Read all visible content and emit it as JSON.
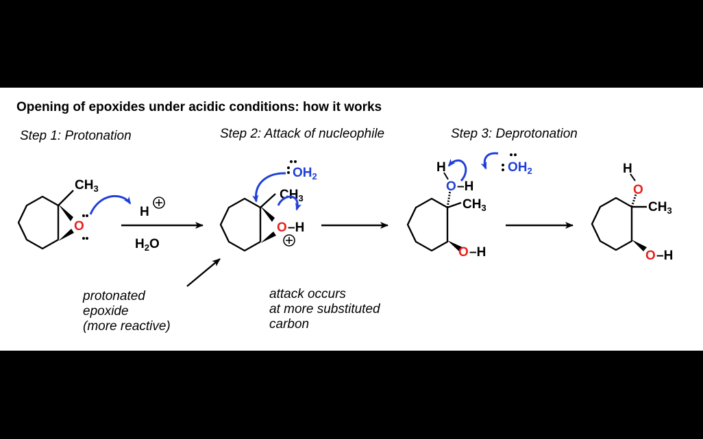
{
  "title": "Opening of epoxides under acidic conditions: how it works",
  "steps": {
    "step1": "Step 1: Protonation",
    "step2": "Step 2: Attack of nucleophile",
    "step3": "Step 3: Deprotonation"
  },
  "notes": {
    "protonated": [
      "protonated",
      "epoxide",
      "(more reactive)"
    ],
    "attack": [
      "attack occurs",
      "at more substituted",
      "carbon"
    ]
  },
  "reagents": {
    "reagent_h": "H",
    "solvent": "H",
    "solvent_sub": "2",
    "solvent_o": "O"
  },
  "atoms": {
    "ch3": "CH",
    "ch3_sub": "3",
    "o": "O",
    "h": "H",
    "oh2_o": "OH",
    "oh2_sub": "2",
    "dash_h": "–H"
  },
  "colors": {
    "oxygen": "#e8201c",
    "arrow": "#1f3fd8",
    "bond": "#000000"
  }
}
